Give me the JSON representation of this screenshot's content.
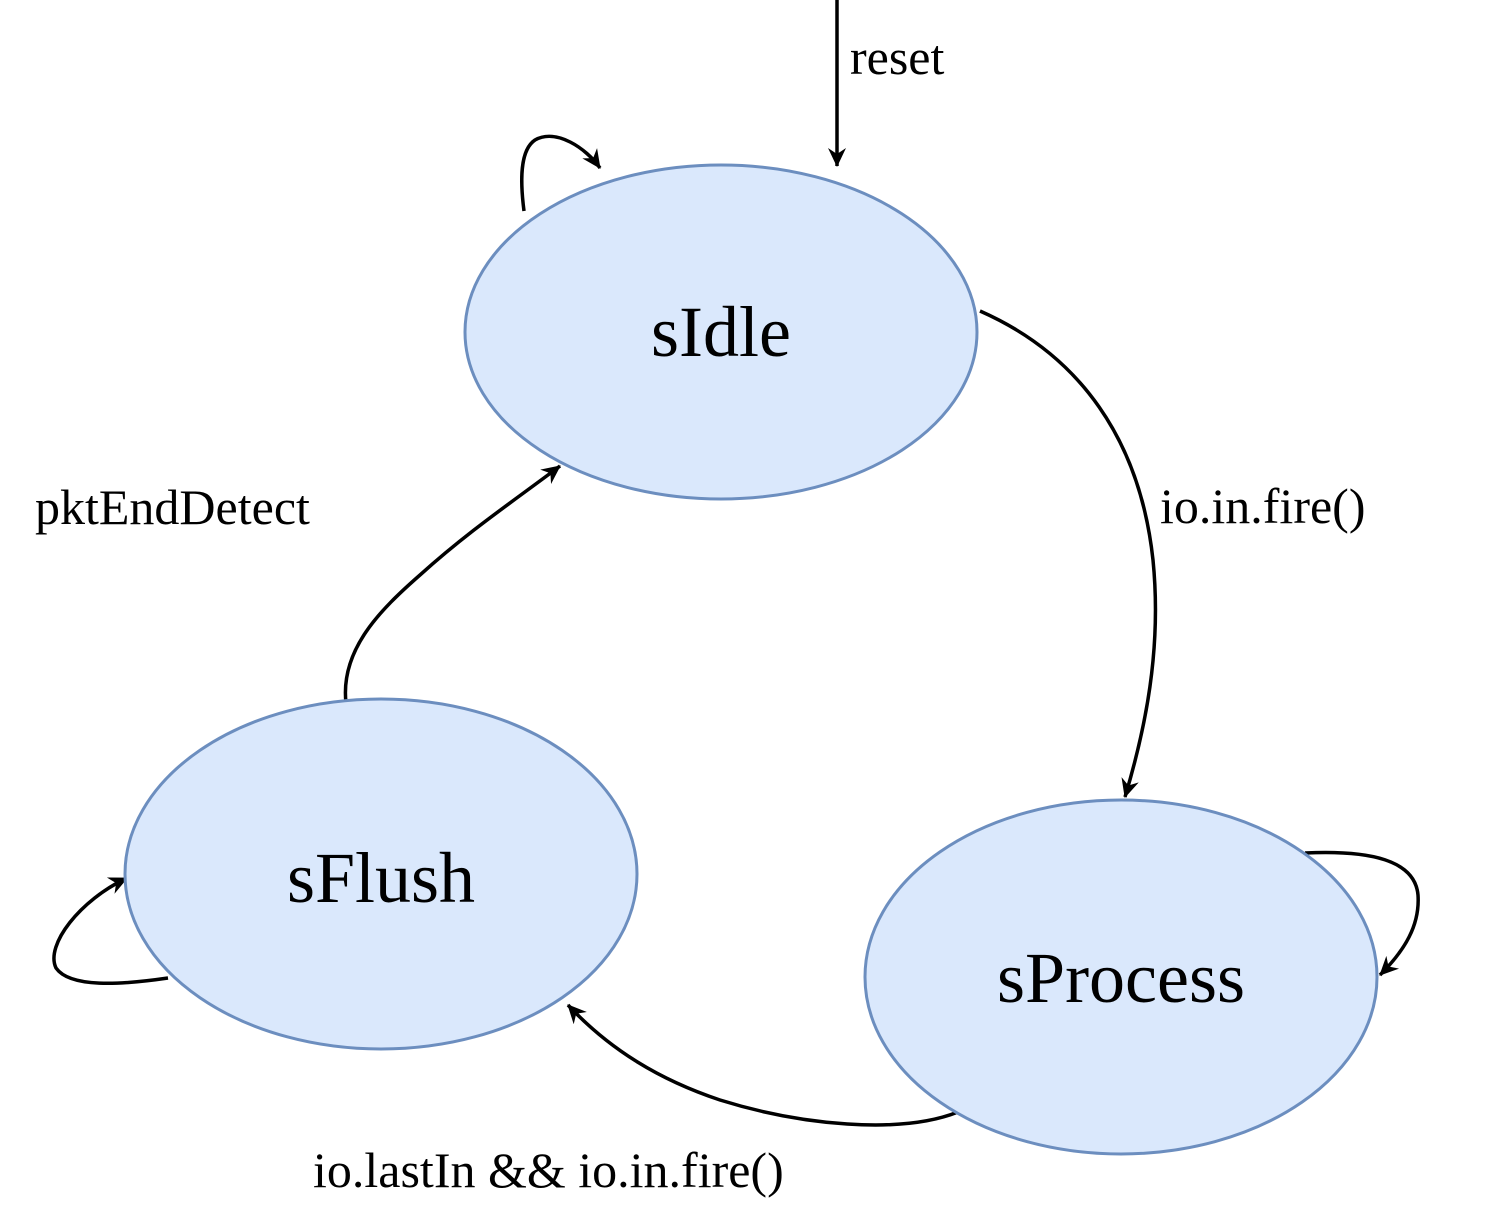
{
  "diagram": {
    "type": "finite-state-machine",
    "colors": {
      "state_fill": "#dae8fc",
      "state_stroke": "#6c8ebf",
      "edge": "#000000"
    },
    "states": [
      {
        "id": "sIdle",
        "label": "sIdle"
      },
      {
        "id": "sProcess",
        "label": "sProcess"
      },
      {
        "id": "sFlush",
        "label": "sFlush"
      }
    ],
    "transitions": [
      {
        "id": "reset",
        "from": null,
        "to": "sIdle",
        "label": "reset"
      },
      {
        "id": "idle-self",
        "from": "sIdle",
        "to": "sIdle",
        "label": ""
      },
      {
        "id": "idle-to-process",
        "from": "sIdle",
        "to": "sProcess",
        "label": "io.in.fire()"
      },
      {
        "id": "process-self",
        "from": "sProcess",
        "to": "sProcess",
        "label": ""
      },
      {
        "id": "process-to-flush",
        "from": "sProcess",
        "to": "sFlush",
        "label": "io.lastIn && io.in.fire()"
      },
      {
        "id": "flush-self",
        "from": "sFlush",
        "to": "sFlush",
        "label": ""
      },
      {
        "id": "flush-to-idle",
        "from": "sFlush",
        "to": "sIdle",
        "label": "pktEndDetect"
      }
    ]
  }
}
